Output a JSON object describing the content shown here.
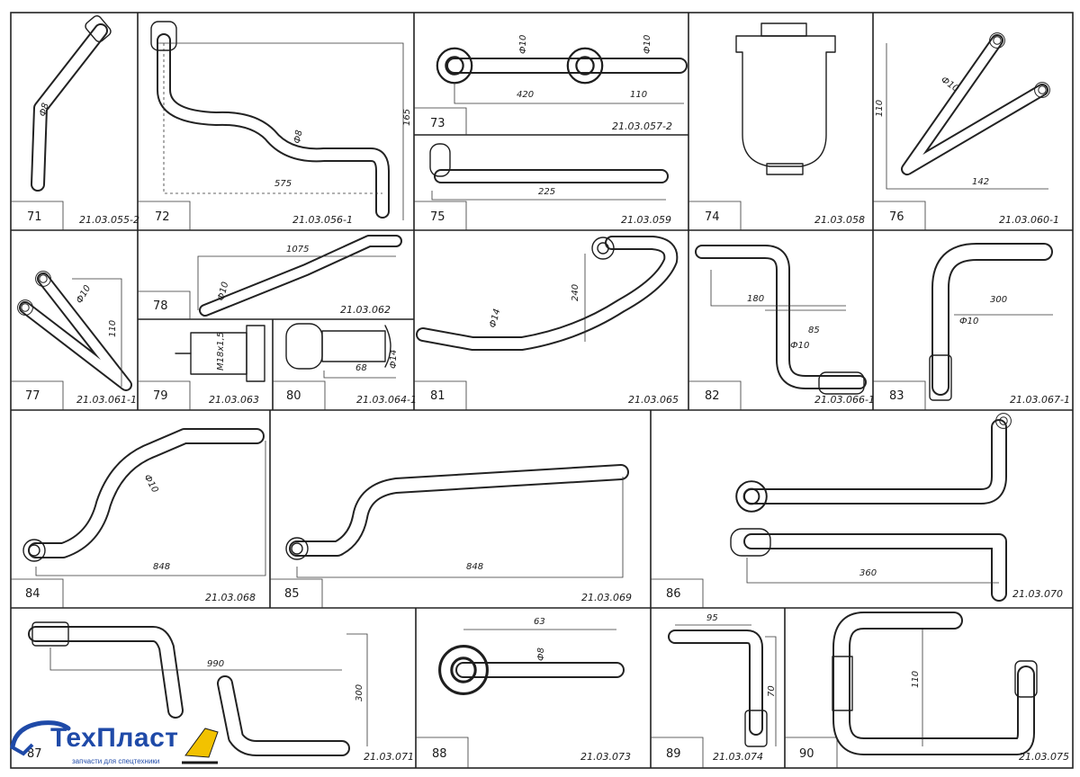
{
  "cells": [
    {
      "num": "71",
      "code": "21.03.055-2",
      "dims": [
        "Ф8"
      ]
    },
    {
      "num": "72",
      "code": "21.03.056-1",
      "dims": [
        "575",
        "Ф8",
        "165"
      ]
    },
    {
      "num": "73",
      "code": "21.03.057-2",
      "dims": [
        "Ф10",
        "Ф10",
        "420",
        "110"
      ]
    },
    {
      "num": "74",
      "code": "21.03.058",
      "dims": []
    },
    {
      "num": "75",
      "code": "21.03.059",
      "dims": [
        "225"
      ]
    },
    {
      "num": "76",
      "code": "21.03.060-1",
      "dims": [
        "110",
        "Ф10",
        "142"
      ]
    },
    {
      "num": "77",
      "code": "21.03.061-1",
      "dims": [
        "Ф10",
        "110"
      ]
    },
    {
      "num": "78",
      "code": "21.03.062",
      "dims": [
        "1075",
        "Ф10"
      ]
    },
    {
      "num": "79",
      "code": "21.03.063",
      "dims": [
        "М18х1,5"
      ]
    },
    {
      "num": "80",
      "code": "21.03.064-1",
      "dims": [
        "68",
        "Ф14"
      ]
    },
    {
      "num": "81",
      "code": "21.03.065",
      "dims": [
        "240",
        "Ф14"
      ]
    },
    {
      "num": "82",
      "code": "21.03.066-1",
      "dims": [
        "180",
        "85",
        "Ф10"
      ]
    },
    {
      "num": "83",
      "code": "21.03.067-1",
      "dims": [
        "300",
        "Ф10"
      ]
    },
    {
      "num": "84",
      "code": "21.03.068",
      "dims": [
        "Ф10",
        "848"
      ]
    },
    {
      "num": "85",
      "code": "21.03.069",
      "dims": [
        "848"
      ]
    },
    {
      "num": "86",
      "code": "21.03.070",
      "dims": [
        "360"
      ]
    },
    {
      "num": "87",
      "code": "21.03.071",
      "dims": [
        "990",
        "300"
      ]
    },
    {
      "num": "88",
      "code": "21.03.073",
      "dims": [
        "63",
        "Ф8"
      ]
    },
    {
      "num": "89",
      "code": "21.03.074",
      "dims": [
        "95",
        "70"
      ]
    },
    {
      "num": "90",
      "code": "21.03.075",
      "dims": [
        "110"
      ]
    }
  ],
  "logo": {
    "brand": "ТехПласт",
    "tagline": "запчасти для спецтехники",
    "colors": {
      "primary": "#1f4aa8",
      "accent": "#f2c200"
    }
  },
  "colors": {
    "ink": "#1e1e1e",
    "paper": "#ffffff"
  }
}
